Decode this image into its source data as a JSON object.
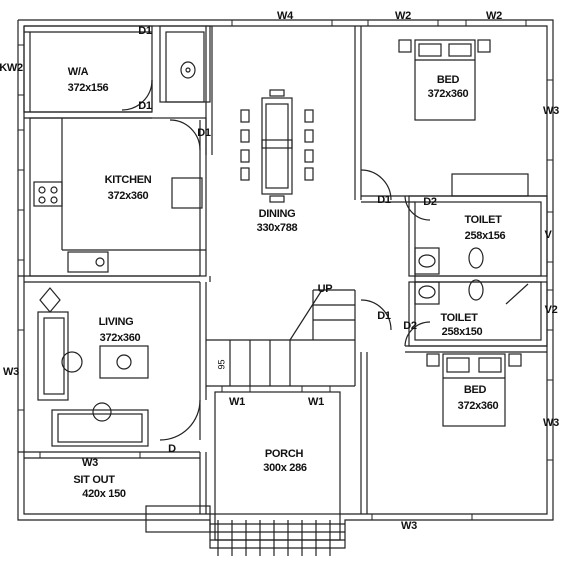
{
  "rooms": {
    "wa": {
      "name": "W/A",
      "size": "372x156"
    },
    "kitchen": {
      "name": "KITCHEN",
      "size": "372x360"
    },
    "dining": {
      "name": "DINING",
      "size": "330x788"
    },
    "living": {
      "name": "LIVING",
      "size": "372x360"
    },
    "sitout": {
      "name": "SIT OUT",
      "size": "420x 150"
    },
    "porch": {
      "name": "PORCH",
      "size": "300x 286"
    },
    "bed_top": {
      "name": "BED",
      "size": "372x360"
    },
    "bed_bottom": {
      "name": "BED",
      "size": "372x360"
    },
    "toilet_top": {
      "name": "TOILET",
      "size": "258x156"
    },
    "toilet_bottom": {
      "name": "TOILET",
      "size": "258x150"
    }
  },
  "openings": {
    "d1_top": "D1",
    "d1_wa": "D1",
    "d1_kitchen": "D1",
    "d1_bed": "D1",
    "d1_bed2": "D1",
    "d2_top": "D2",
    "d2_bottom": "D2",
    "d_main": "D",
    "w4": "W4",
    "w2_a": "W2",
    "w2_b": "W2",
    "kw2": "KW2",
    "w3_right_top": "W3",
    "v": "V",
    "v2": "V2",
    "w3_left": "W3",
    "w3_right_bottom": "W3",
    "w1_a": "W1",
    "w1_b": "W1",
    "w3_bottom_left": "W3",
    "w3_bottom_right": "W3"
  },
  "stair": {
    "up": "UP",
    "dimension": "95"
  }
}
